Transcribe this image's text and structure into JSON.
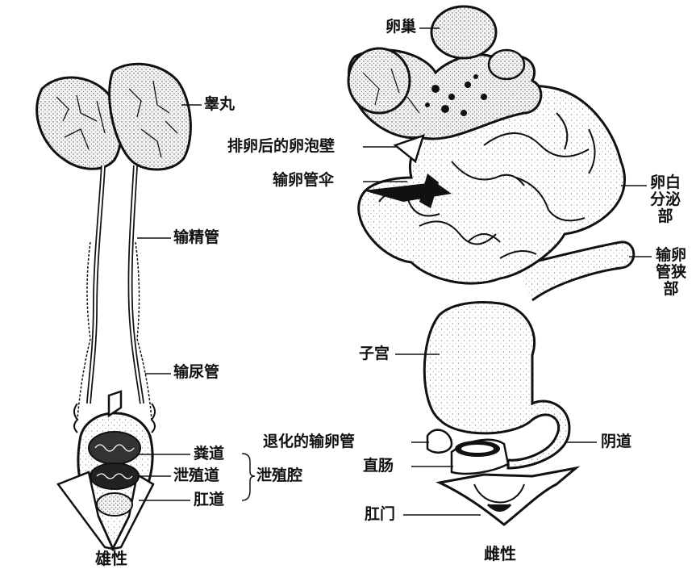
{
  "male": {
    "caption": "雄性",
    "labels": {
      "testis": "睾丸",
      "vas_deferens": "输精管",
      "ureter": "输尿管",
      "coprodeum": "粪道",
      "urodeum": "泄殖道",
      "proctodeum": "肛道",
      "cloaca": "泄殖腔"
    }
  },
  "female": {
    "caption": "雌性",
    "labels": {
      "ovary": "卵巢",
      "ruptured_follicle": "排卵后的卵泡壁",
      "infundibulum": "输卵管伞",
      "magnum": "卵白分泌部",
      "isthmus": "输卵管狭部",
      "uterus": "子宫",
      "regressed_oviduct": "退化的输卵管",
      "rectum": "直肠",
      "vagina": "阴道",
      "anus": "肛门"
    }
  }
}
